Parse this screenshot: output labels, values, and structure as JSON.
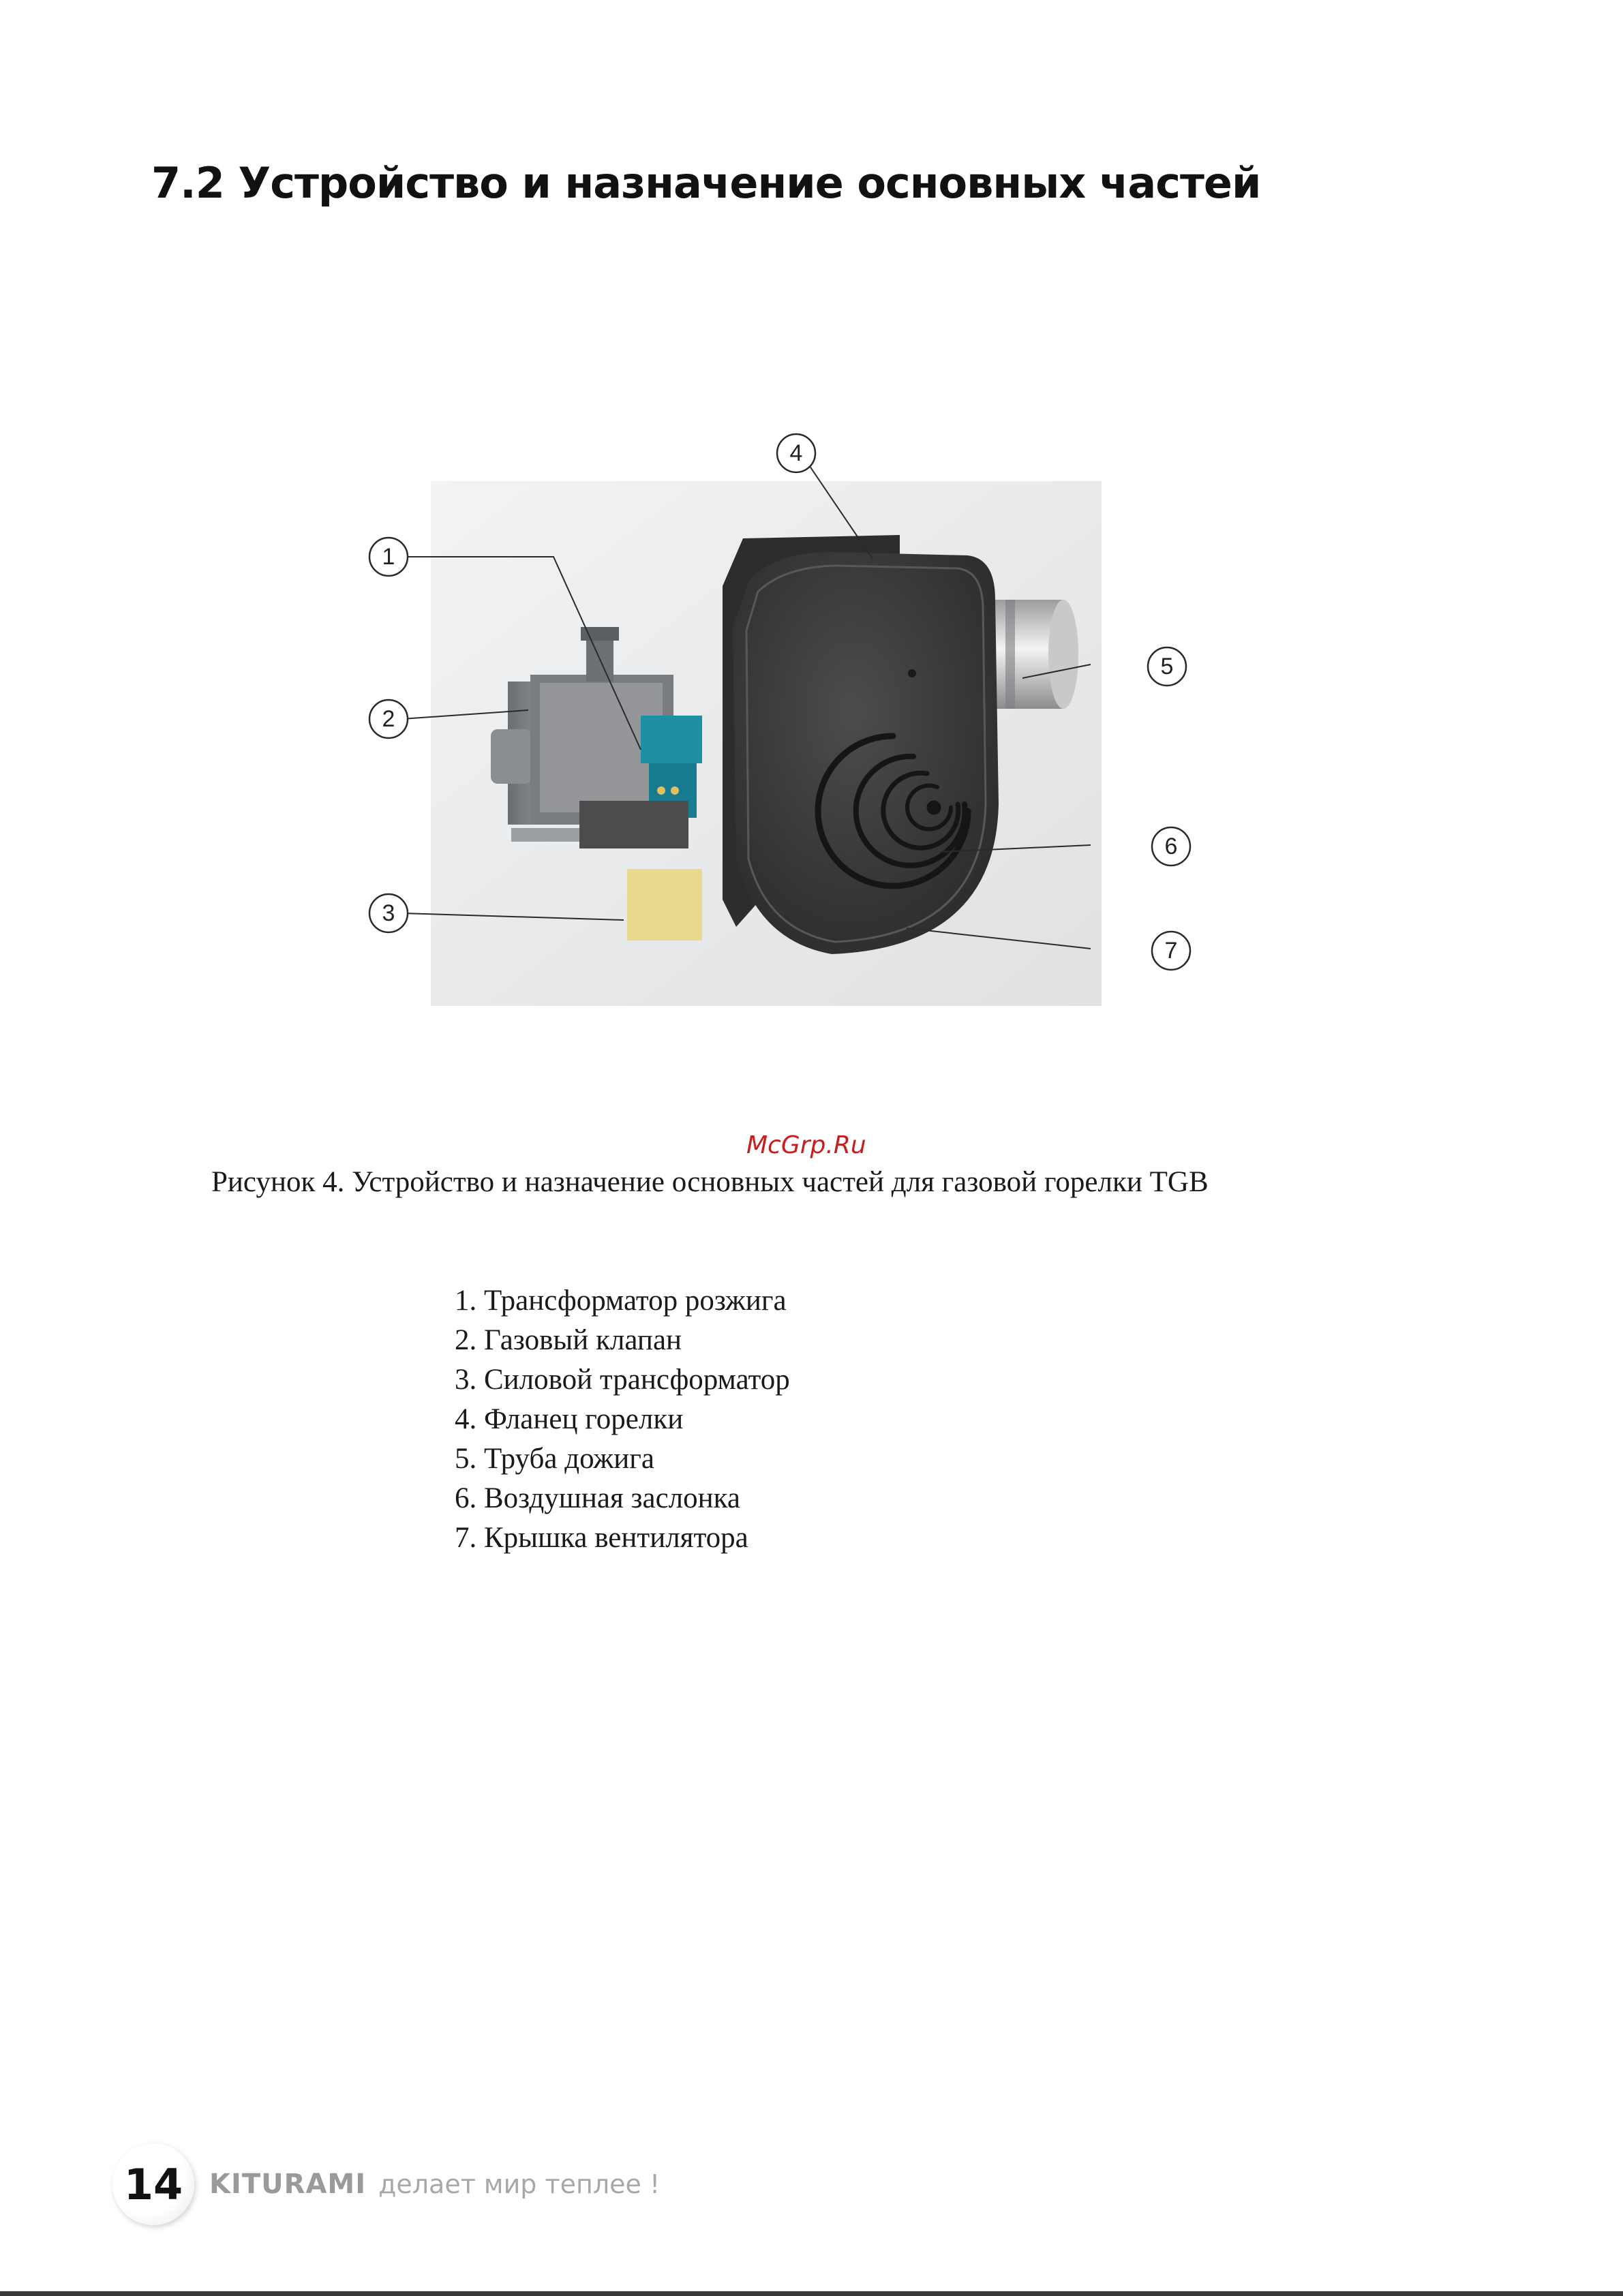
{
  "section_heading": "7.2 Устройство и назначение основных частей",
  "figure": {
    "callouts": [
      "1",
      "2",
      "3",
      "4",
      "5",
      "6",
      "7"
    ],
    "watermark": "McGrp.Ru",
    "caption": "Рисунок 4. Устройство и назначение основных частей для газовой горелки TGB"
  },
  "parts": [
    "1. Трансформатор розжига",
    "2. Газовый клапан",
    "3. Силовой трансформатор",
    "4. Фланец горелки",
    "5. Труба дожига",
    "6. Воздушная заслонка",
    "7. Крышка вентилятора"
  ],
  "footer": {
    "page_number": "14",
    "brand": "KITURAMI",
    "slogan": "делает мир теплее !"
  }
}
